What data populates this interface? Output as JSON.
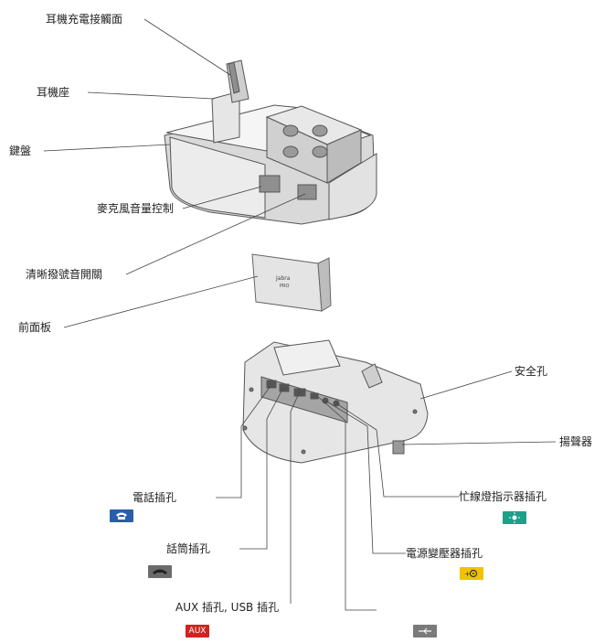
{
  "labels": {
    "headset_charging_contacts": "耳機充電接觸面",
    "headset_cradle": "耳機座",
    "keypad": "鍵盤",
    "mic_volume_control": "麥克風音量控制",
    "clear_dial_tone_switch": "清晰撥號音開關",
    "front_panel": "前面板",
    "security_slot": "安全孔",
    "adjuster": "揚聲器",
    "phone_jack": "電話插孔",
    "handset_jack": "話筒插孔",
    "aux_usb_jack": "AUX 插孔, USB 插孔",
    "power_adapter_jack": "電源變壓器插孔",
    "busy_light_jack": "忙線燈指示器插孔"
  },
  "front_panel_text": [
    "Jabra",
    "PRO"
  ],
  "badges": {
    "phone": {
      "icon": "phone-icon",
      "color": "#2a5ea8"
    },
    "handset": {
      "icon": "handset-icon",
      "color": "#6b6b6b"
    },
    "aux": {
      "text": "AUX",
      "color": "#d42020"
    },
    "usb": {
      "icon": "usb-icon",
      "color": "#7a7a7a"
    },
    "power": {
      "icon": "power-icon",
      "color": "#f2c200"
    },
    "busy_light": {
      "icon": "light-icon",
      "color": "#1f9e8a"
    }
  }
}
